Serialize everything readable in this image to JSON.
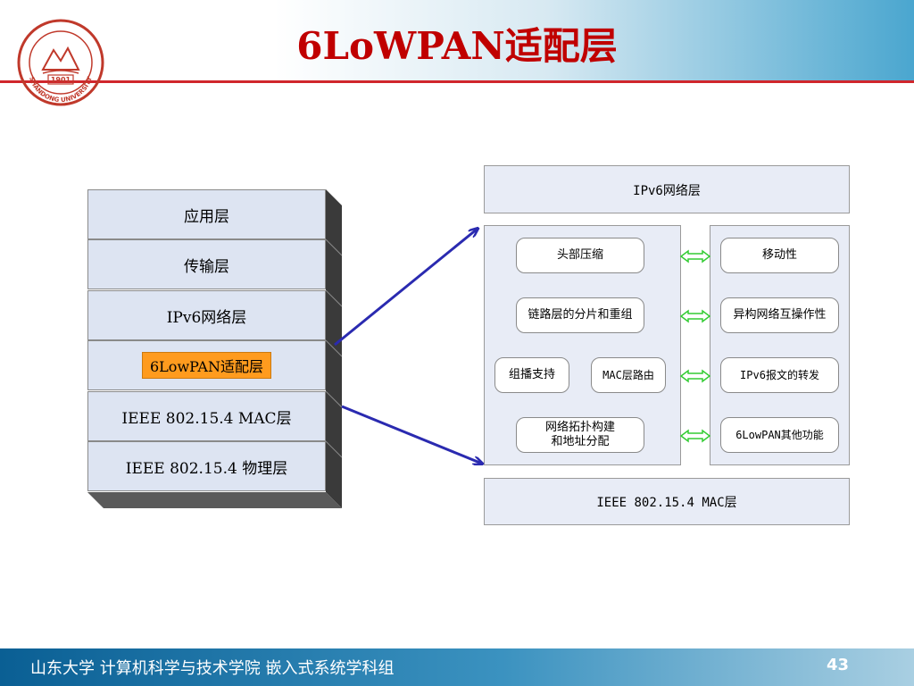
{
  "title": "6LoWPAN适配层",
  "logo": {
    "year": "1901",
    "name": "SHANDONG UNIVERSITY"
  },
  "stack": {
    "layers": [
      "应用层",
      "传输层",
      "IPv6网络层",
      "6LowPAN适配层",
      "IEEE 802.15.4 MAC层",
      "IEEE 802.15.4 物理层"
    ]
  },
  "detail": {
    "top_label": "IPv6网络层",
    "bottom_label": "IEEE 802.15.4 MAC层",
    "left_items": [
      "头部压缩",
      "链路层的分片和重组",
      "组播支持",
      "MAC层路由",
      "网络拓扑构建",
      "和地址分配"
    ],
    "right_items": [
      "移动性",
      "异构网络互操作性",
      "IPv6报文的转发",
      "6LowPAN其他功能"
    ]
  },
  "colors": {
    "title": "#c00000",
    "highlight": "#ff9b1e",
    "arrow": "#2a2ab0",
    "double_arrow": "#33cc33"
  },
  "footer": {
    "text": "山东大学  计算机科学与技术学院 嵌入式系统学科组",
    "page": "43"
  }
}
